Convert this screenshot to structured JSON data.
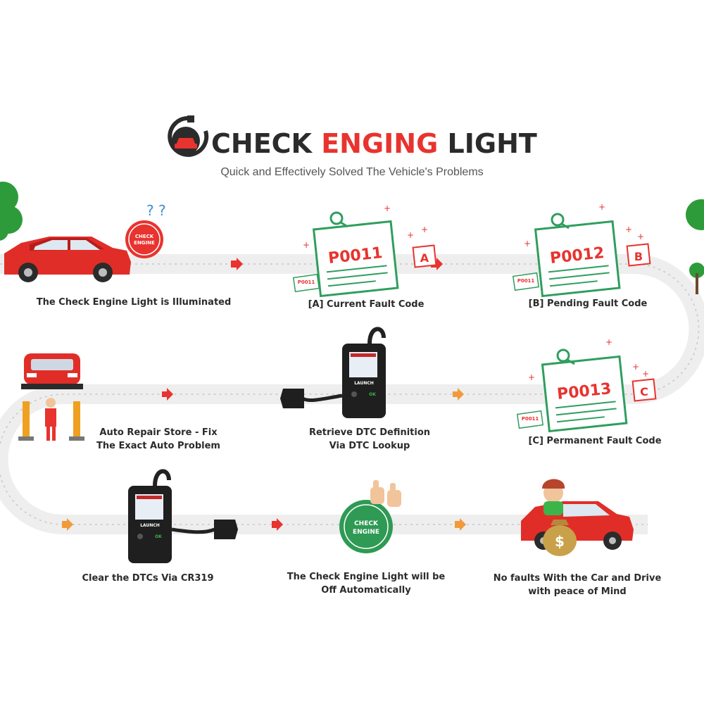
{
  "header": {
    "title_part1": "CHECK ",
    "title_part2": "ENGING",
    "title_part3": " LIGHT",
    "subtitle": "Quick and Effectively Solved The Vehicle's Problems",
    "colors": {
      "dark": "#2b2b2b",
      "accent": "#e8332f"
    }
  },
  "steps": {
    "illuminated": {
      "label": "The Check Engine Light is Illuminated",
      "badge_line1": "CHECK",
      "badge_line2": "ENGINE",
      "marks": "? ?"
    },
    "current": {
      "label": "[A] Current Fault Code",
      "code": "P0011",
      "letter": "A",
      "small_code": "P0011"
    },
    "pending": {
      "label": "[B] Pending Fault Code",
      "code": "P0012",
      "letter": "B",
      "small_code": "P0011"
    },
    "permanent": {
      "label": "[C]  Permanent Fault Code",
      "code": "P0013",
      "letter": "C",
      "small_code": "P0011"
    },
    "retrieve": {
      "label_line1": "Retrieve DTC Definition",
      "label_line2": "Via DTC Lookup",
      "brand": "LAUNCH",
      "ok": "OK"
    },
    "repair": {
      "label_line1": "Auto Repair Store - Fix",
      "label_line2": "The Exact Auto Problem"
    },
    "clear": {
      "label": "Clear the DTCs  Via CR319",
      "brand": "LAUNCH",
      "ok": "OK"
    },
    "off": {
      "label_line1": "The Check Engine Light will be",
      "label_line2": "Off Automatically",
      "badge_line1": "CHECK",
      "badge_line2": "ENGINE"
    },
    "nofault": {
      "label_line1": "No faults With the Car and Drive",
      "label_line2": "with peace of Mind",
      "bag_symbol": "$"
    }
  },
  "colors": {
    "path": "#eeeeee",
    "card_green": "#2f9e5e",
    "code_red": "#e8332f",
    "arrow_red": "#e8332f",
    "arrow_orange": "#f29a3a",
    "badge_green": "#2e9a54",
    "tree_green": "#2d9b3a"
  }
}
